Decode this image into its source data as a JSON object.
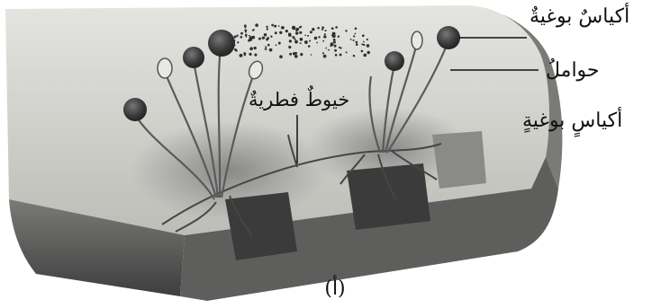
{
  "diagram": {
    "labels": {
      "sporangia_top": "أكياسٌ بوغيةٌ",
      "sporangiophores": "حواملُ",
      "sporangia_bottom": "أكياسٍ بوغيةٍ",
      "hyphae": "خيوطٌ فطريةٌ"
    },
    "caption": "(أ)",
    "colors": {
      "bread_crumb": "#d8d8d4",
      "bread_crust": "#5a5a5a",
      "mold_dark": "#2f2f2f",
      "ink": "#111111"
    }
  }
}
